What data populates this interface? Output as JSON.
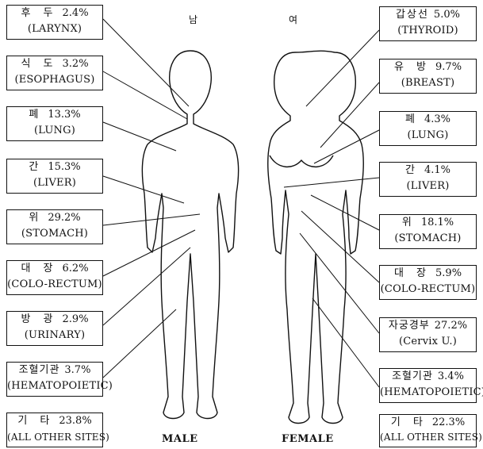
{
  "headings": {
    "male_ko": "남",
    "female_ko": "여",
    "male_en": "MALE",
    "female_en": "FEMALE"
  },
  "male": [
    {
      "ko": "후 두",
      "pct": "2.4%",
      "en": "(LARYNX)"
    },
    {
      "ko": "식 도",
      "pct": "3.2%",
      "en": "(ESOPHAGUS)"
    },
    {
      "ko": "폐",
      "pct": "13.3%",
      "en": "(LUNG)"
    },
    {
      "ko": "간",
      "pct": "15.3%",
      "en": "(LIVER)"
    },
    {
      "ko": "위",
      "pct": "29.2%",
      "en": "(STOMACH)"
    },
    {
      "ko": "대 장",
      "pct": "6.2%",
      "en": "(COLO-RECTUM)"
    },
    {
      "ko": "방 광",
      "pct": "2.9%",
      "en": "(URINARY)"
    },
    {
      "ko": "조혈기관",
      "pct": "3.7%",
      "en": "(HEMATOPOIETIC)"
    },
    {
      "ko": "기 타",
      "pct": "23.8%",
      "en": "(ALL OTHER SITES)"
    }
  ],
  "female": [
    {
      "ko": "갑상선",
      "pct": "5.0%",
      "en": "(THYROID)"
    },
    {
      "ko": "유 방",
      "pct": "9.7%",
      "en": "(BREAST)"
    },
    {
      "ko": "폐",
      "pct": "4.3%",
      "en": "(LUNG)"
    },
    {
      "ko": "간",
      "pct": "4.1%",
      "en": "(LIVER)"
    },
    {
      "ko": "위",
      "pct": "18.1%",
      "en": "(STOMACH)"
    },
    {
      "ko": "대 장",
      "pct": "5.9%",
      "en": "(COLO-RECTUM)"
    },
    {
      "ko": "자궁경부",
      "pct": "27.2%",
      "en": "(Cervix U.)"
    },
    {
      "ko": "조혈기관",
      "pct": "3.4%",
      "en": "(HEMATOPOIETIC)"
    },
    {
      "ko": "기 타",
      "pct": "22.3%",
      "en": "(ALL OTHER SITES)"
    }
  ]
}
